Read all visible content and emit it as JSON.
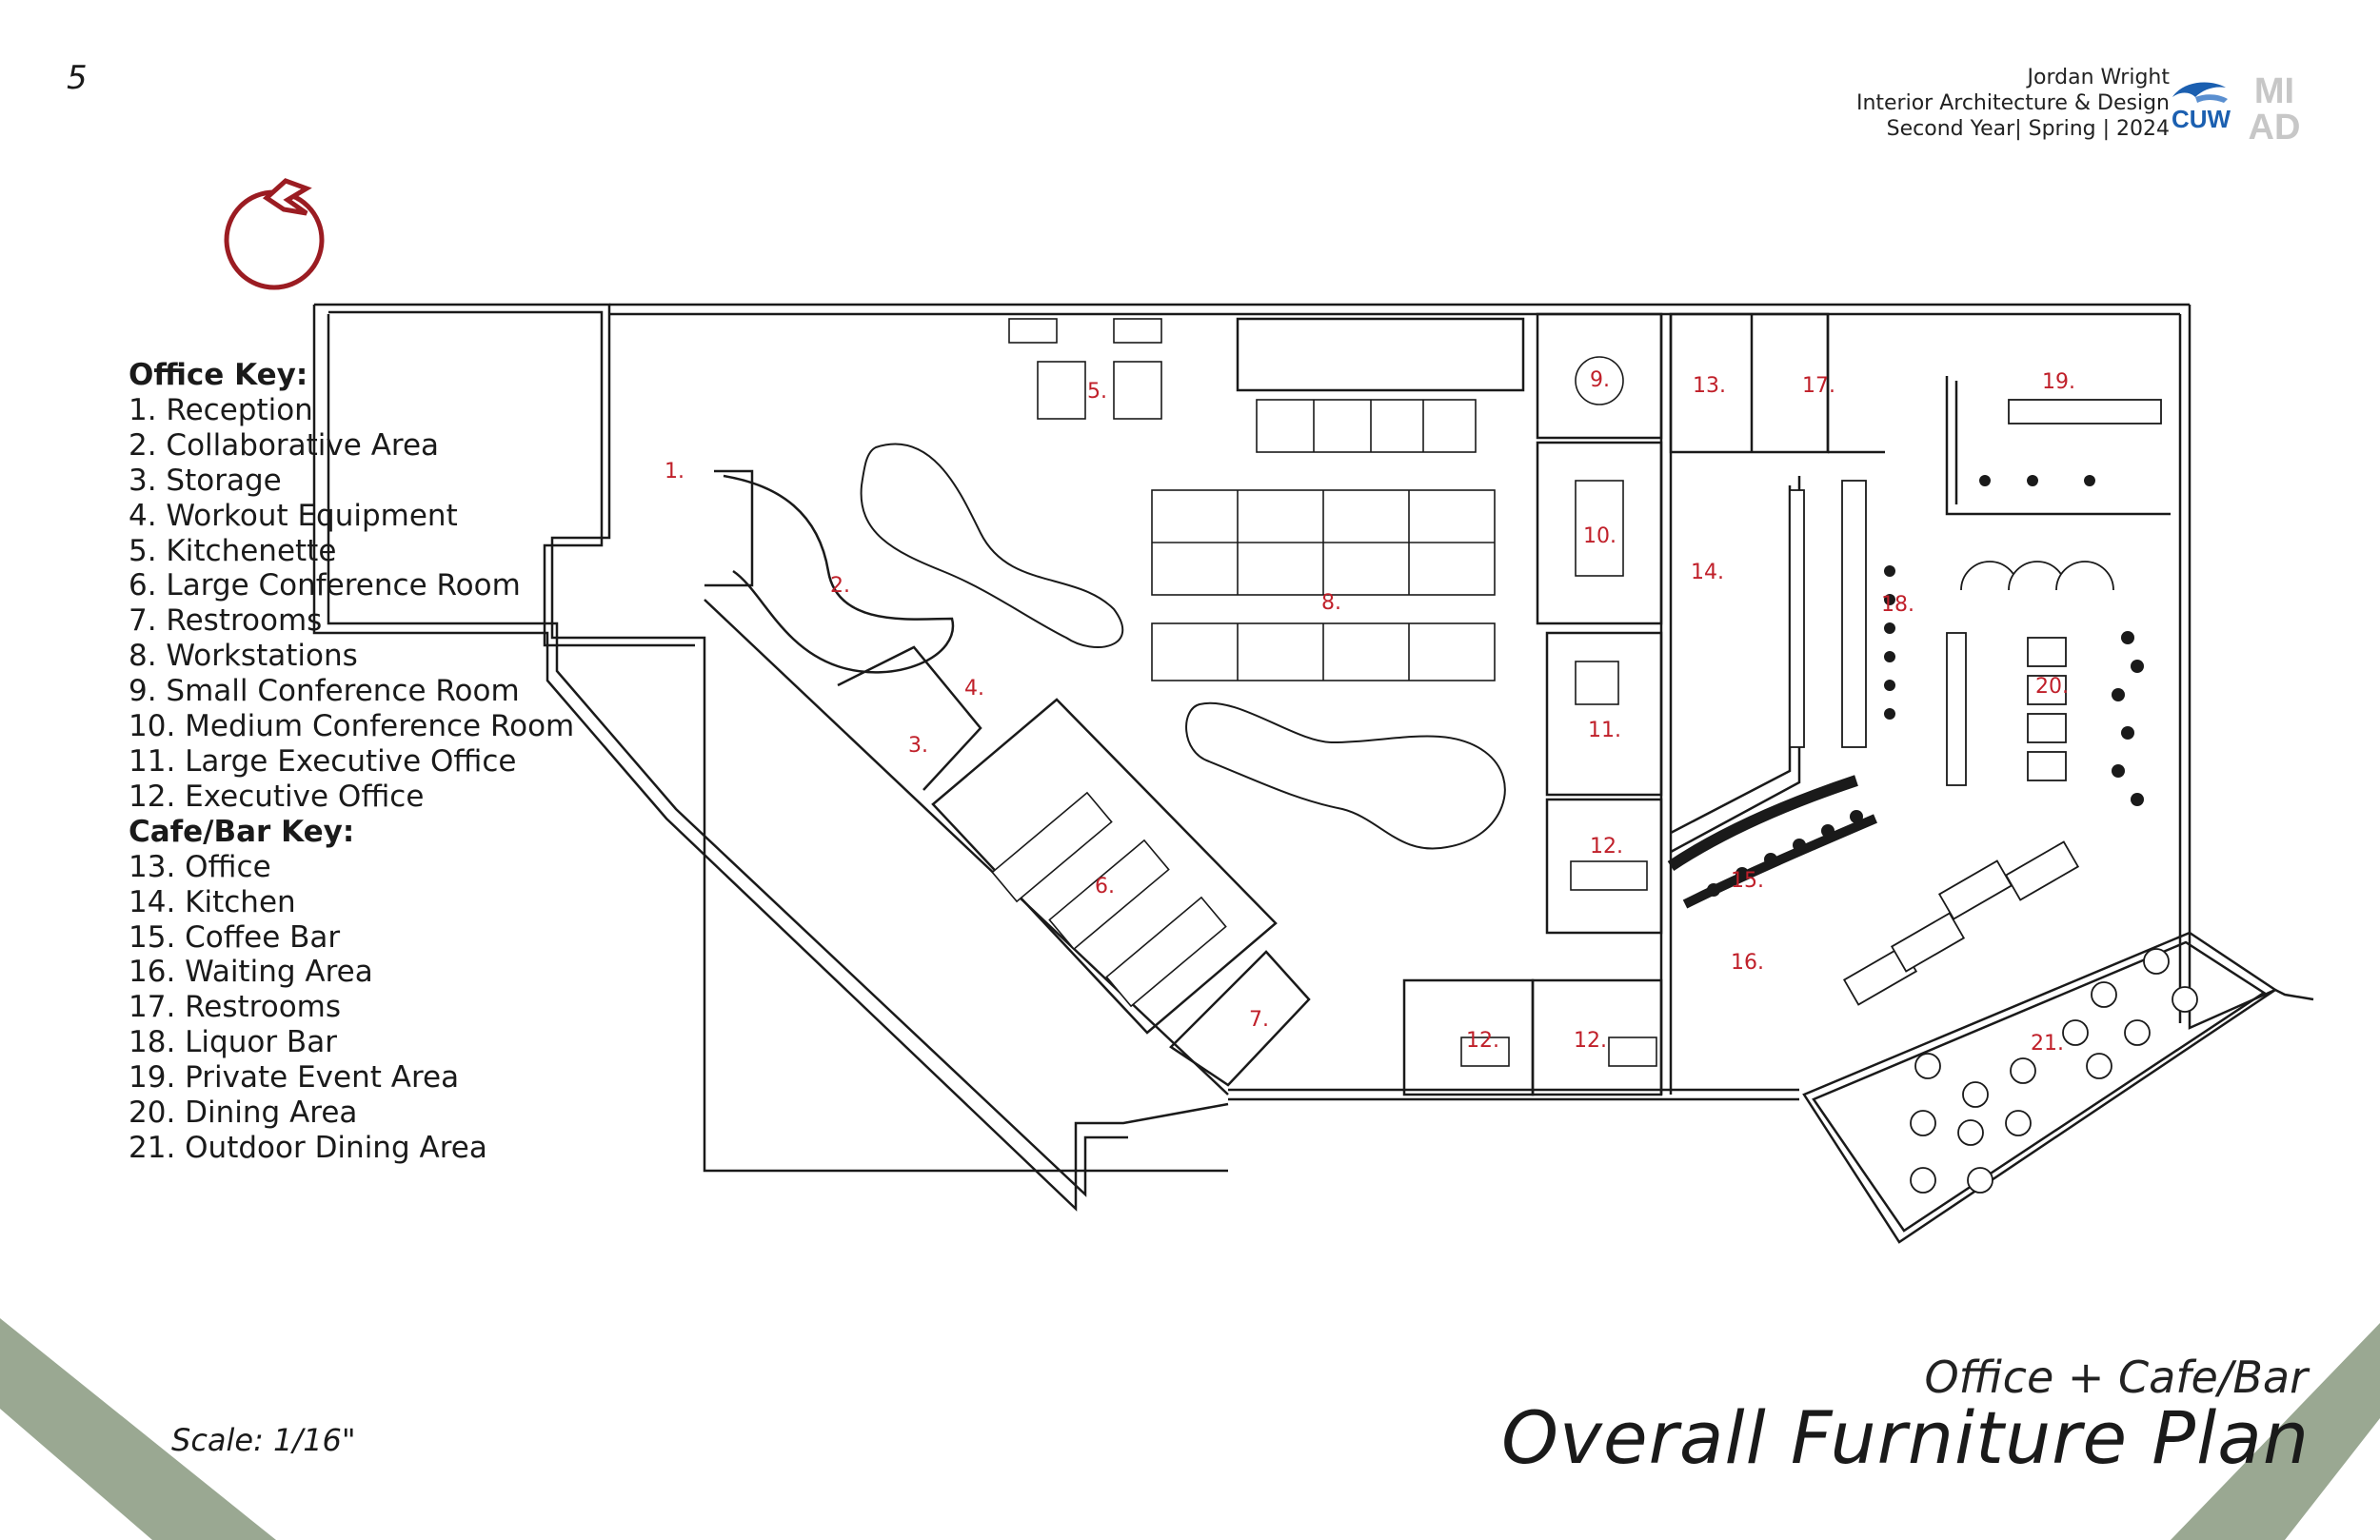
{
  "page_number": "5",
  "author": {
    "name": "Jordan Wright",
    "program": "Interior Architecture & Design",
    "term": "Second Year| Spring | 2024"
  },
  "logos": {
    "cuw": "CUW",
    "miad_top": "MI",
    "miad_bottom": "AD"
  },
  "office_key": {
    "heading": "Office Key:",
    "items": [
      "1. Reception",
      "2. Collaborative Area",
      "3. Storage",
      "4. Workout Equipment",
      "5. Kitchenette",
      "6. Large Conference Room",
      "7. Restrooms",
      "8. Workstations",
      "9. Small Conference Room",
      "10. Medium Conference Room",
      "11. Large Executive Office",
      "12. Executive Office"
    ]
  },
  "cafe_key": {
    "heading": "Cafe/Bar Key:",
    "items": [
      "13. Office",
      "14. Kitchen",
      "15. Coffee Bar",
      "16. Waiting Area",
      "17. Restrooms",
      "18. Liquor Bar",
      "19. Private Event Area",
      "20. Dining Area",
      "21. Outdoor Dining Area"
    ]
  },
  "room_labels": [
    "1.",
    "2.",
    "3.",
    "4.",
    "5.",
    "6.",
    "7.",
    "8.",
    "9.",
    "10.",
    "11.",
    "12.",
    "12.",
    "12.",
    "13.",
    "14.",
    "15.",
    "16.",
    "17.",
    "18.",
    "19.",
    "20.",
    "21."
  ],
  "scale": "Scale: 1/16\"",
  "subtitle": "Office + Cafe/Bar",
  "title": "Overall Furniture Plan",
  "colors": {
    "label_red": "#c0202a",
    "north_arrow": "#9b1c22",
    "corner_green": "#9aa892",
    "line": "#1a1a1a",
    "cuw_blue": "#1b5fb0"
  }
}
